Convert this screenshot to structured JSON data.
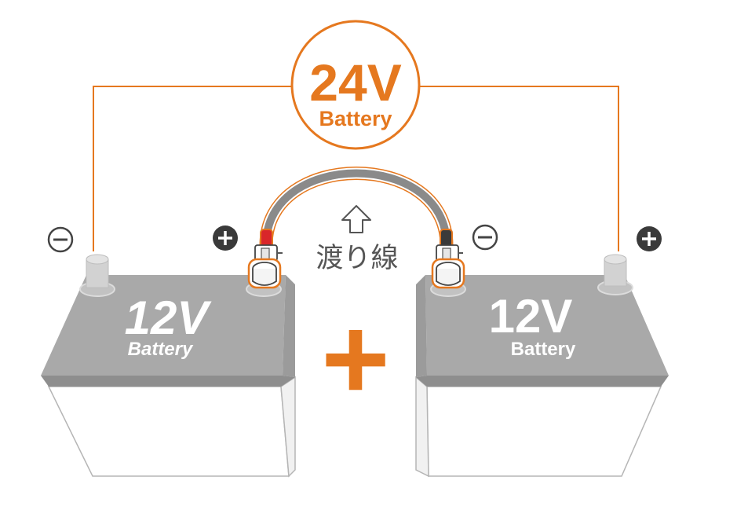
{
  "total": {
    "voltage": "24V",
    "label": "Battery"
  },
  "batteries": [
    {
      "voltage": "12V",
      "label": "Battery",
      "left_terminal": "−",
      "right_terminal": "+"
    },
    {
      "voltage": "12V",
      "label": "Battery",
      "left_terminal": "−",
      "right_terminal": "+"
    }
  ],
  "jumper": {
    "label": "渡り線"
  },
  "connector_symbol": "+",
  "colors": {
    "accent": "#e5781f",
    "battery_top": "#a9a9a9",
    "battery_top_dark": "#8e8e8e",
    "terminal_dark": "#3a3a3a",
    "cable": "#8a8a8a",
    "clamp_red": "#d9262a"
  }
}
